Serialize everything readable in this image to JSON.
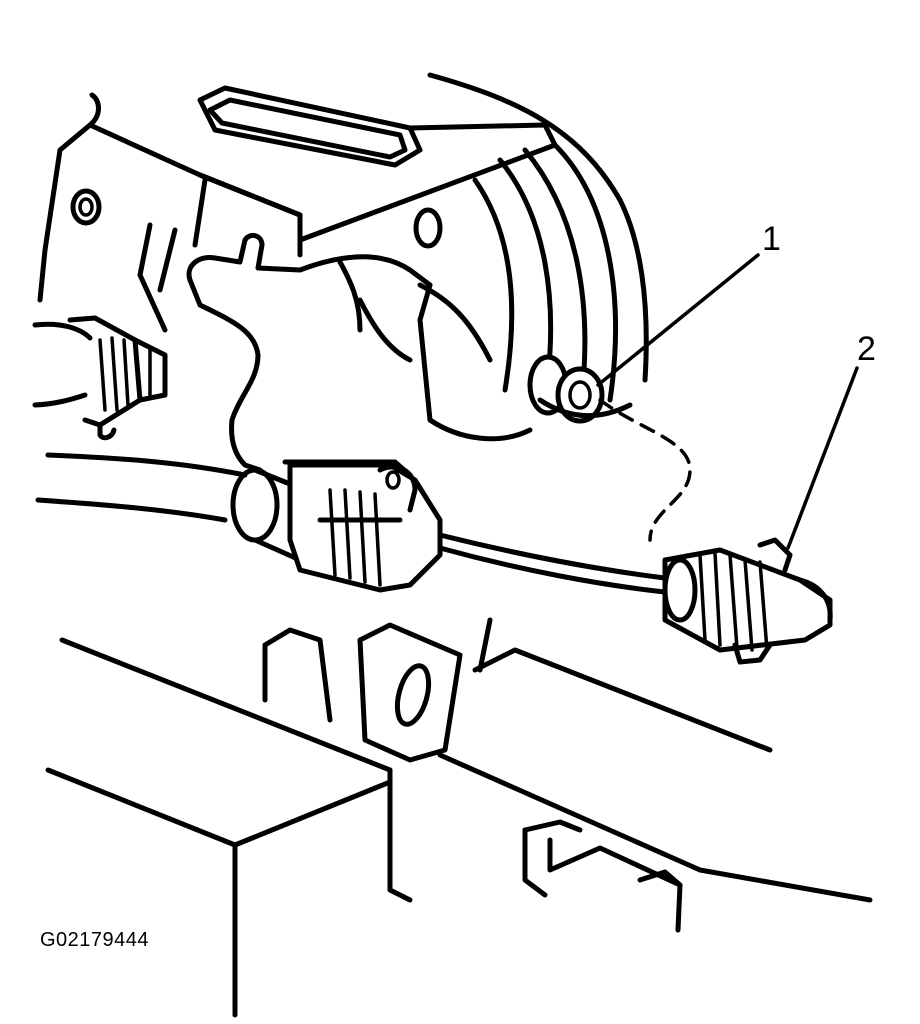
{
  "callouts": [
    {
      "number": "1"
    },
    {
      "number": "2"
    }
  ],
  "figure_id": "G02179444",
  "colors": {
    "line": "#000000",
    "background": "#ffffff"
  }
}
